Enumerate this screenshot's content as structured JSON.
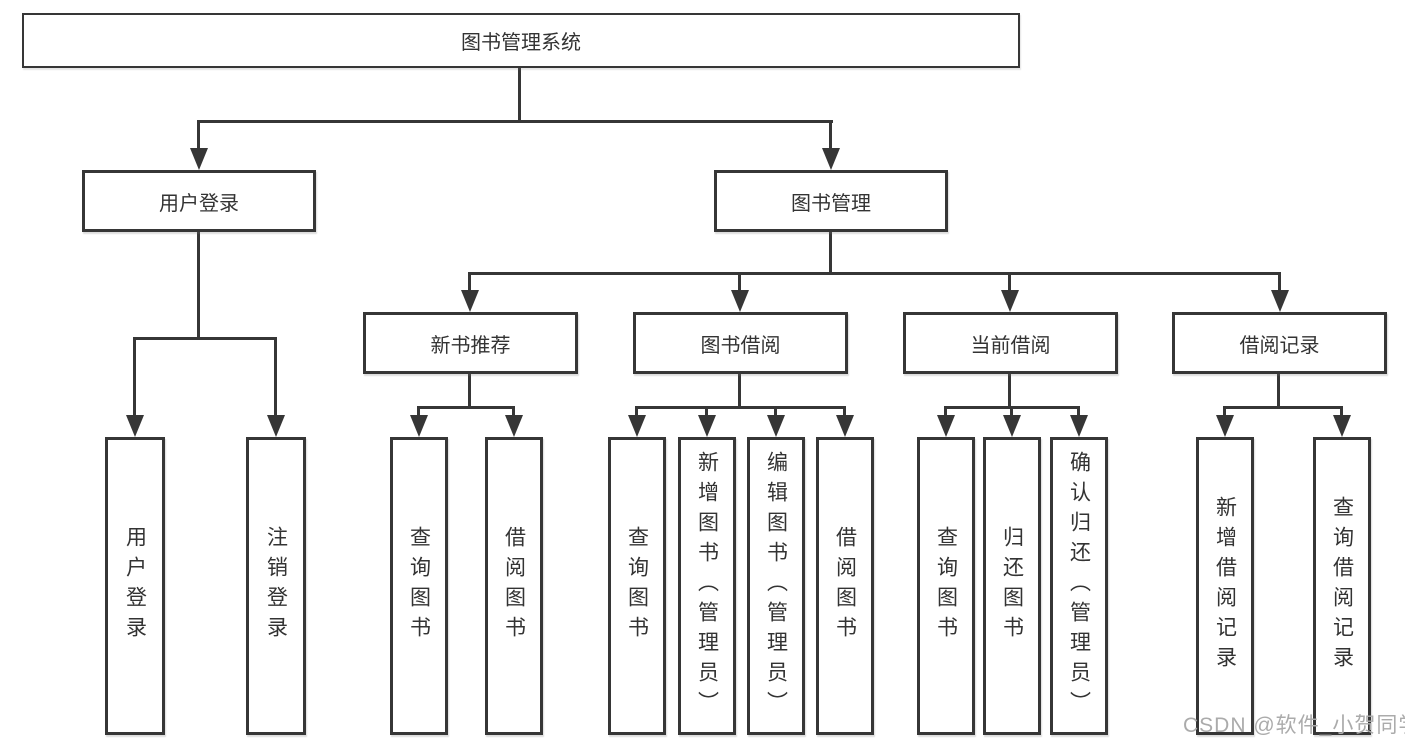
{
  "diagram": {
    "root": {
      "label": "图书管理系统"
    },
    "branches": [
      {
        "label": "用户登录",
        "leaves": [
          {
            "label": "用户登录"
          },
          {
            "label": "注销登录"
          }
        ]
      },
      {
        "label": "图书管理",
        "groups": [
          {
            "label": "新书推荐",
            "leaves": [
              {
                "label": "查询图书"
              },
              {
                "label": "借阅图书"
              }
            ]
          },
          {
            "label": "图书借阅",
            "leaves": [
              {
                "label": "查询图书"
              },
              {
                "label": "新增图书（管理员）"
              },
              {
                "label": "编辑图书（管理员）"
              },
              {
                "label": "借阅图书"
              }
            ]
          },
          {
            "label": "当前借阅",
            "leaves": [
              {
                "label": "查询图书"
              },
              {
                "label": "归还图书"
              },
              {
                "label": "确认归还（管理员）"
              }
            ]
          },
          {
            "label": "借阅记录",
            "leaves": [
              {
                "label": "新增借阅记录"
              },
              {
                "label": "查询借阅记录"
              }
            ]
          }
        ]
      }
    ]
  },
  "watermark": {
    "text": "CSDN @软件_小贺同学"
  },
  "colors": {
    "line": "#363636",
    "text": "#333333",
    "watermark": "#ababab",
    "background": "#ffffff"
  }
}
